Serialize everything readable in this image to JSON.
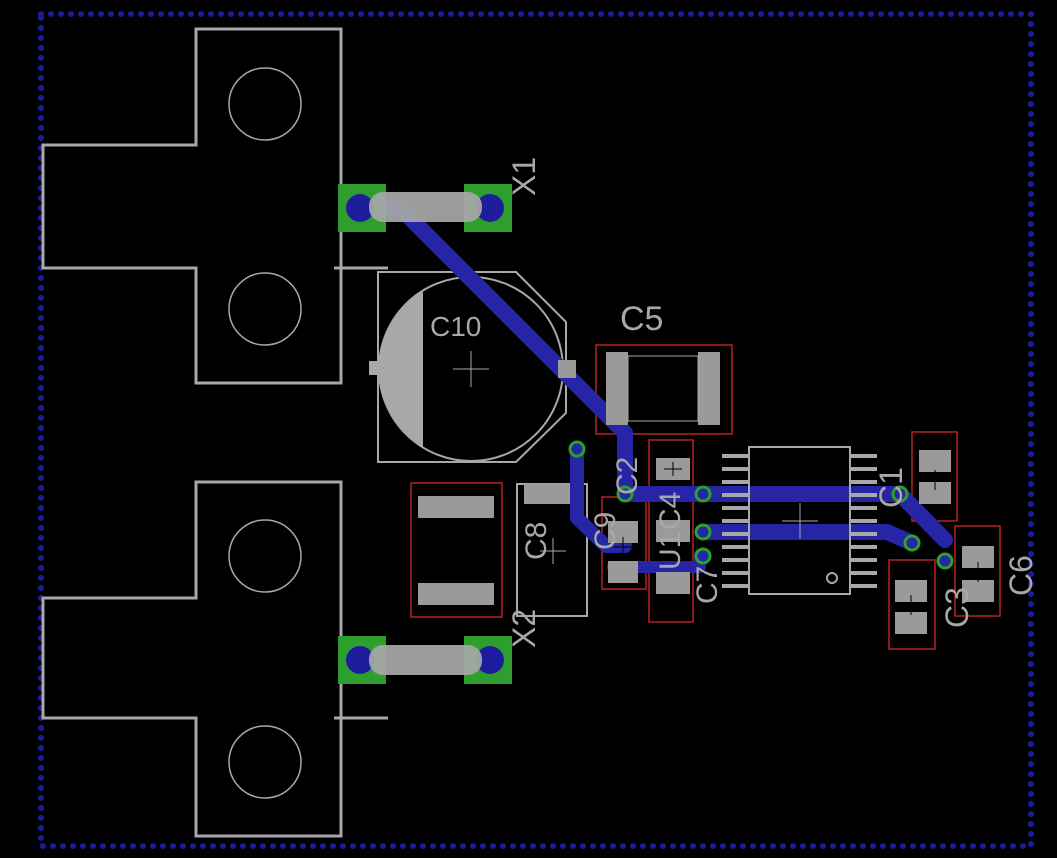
{
  "board": {
    "background": "#000000",
    "colors": {
      "outline_dots": "#1c1c9a",
      "silkscreen": "#a8a8a8",
      "trace": "#2525a6",
      "pad": "#9a9a9a",
      "tht_pad": "#2e9e2e",
      "via_ring": "#2aa12a",
      "keepout": "#b52222",
      "label": "#a8a8a8"
    }
  },
  "labels": {
    "x1": "X1",
    "x2": "X2",
    "c1": "C1",
    "c2": "C2",
    "c3": "C3",
    "c4": "C4",
    "c5": "C5",
    "c6": "C6",
    "c7": "C7",
    "c8": "C8",
    "c9": "C9",
    "c10": "C10",
    "u1": "U1"
  }
}
